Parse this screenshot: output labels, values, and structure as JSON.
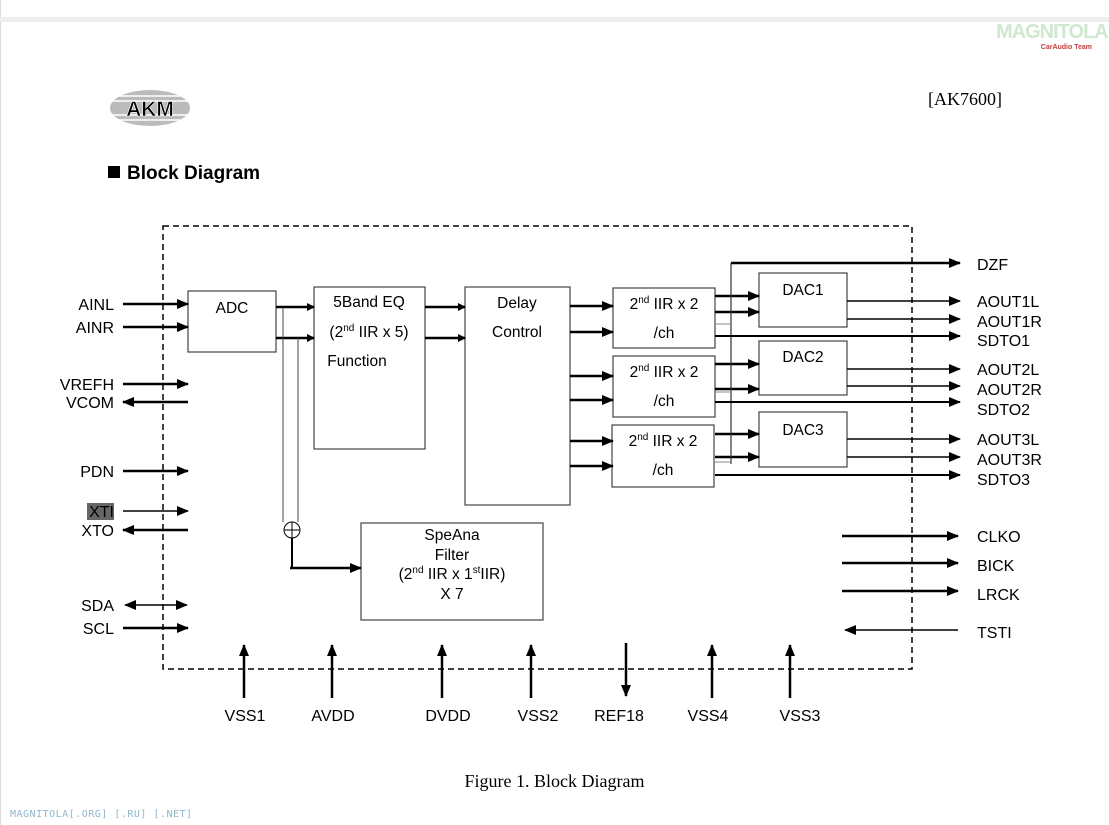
{
  "header": {
    "part_number": "[AK7600]",
    "logo_text": "AKM",
    "watermark_logo": "MAGNITOLA",
    "watermark_logo_sub": "CarAudio Team"
  },
  "section_title": "Block Diagram",
  "blocks": {
    "adc": "ADC",
    "eq": {
      "line1": "5Band EQ",
      "line2_pre": "(2",
      "line2_sup": "nd",
      "line2_post": " IIR x 5)",
      "line3": "Function"
    },
    "delay": {
      "line1": "Delay",
      "line2": "Control"
    },
    "iir": {
      "pre": "2",
      "sup": "nd",
      "post": " IIR x 2",
      "line2": "/ch"
    },
    "dac1": "DAC1",
    "dac2": "DAC2",
    "dac3": "DAC3",
    "speana": {
      "line1": "SpeAna",
      "line2": "Filter",
      "line3_a": "(2",
      "line3_sup1": "nd",
      "line3_b": " IIR x 1",
      "line3_sup2": "st",
      "line3_c": "IIR)",
      "line4": "X 7"
    }
  },
  "left_pins": [
    "AINL",
    "AINR",
    "VREFH",
    "VCOM",
    "PDN",
    "XTI",
    "XTO",
    "SDA",
    "SCL"
  ],
  "right_pins": [
    "DZF",
    "AOUT1L",
    "AOUT1R",
    "SDTO1",
    "AOUT2L",
    "AOUT2R",
    "SDTO2",
    "AOUT3L",
    "AOUT3R",
    "SDTO3",
    "CLKO",
    "BICK",
    "LRCK",
    "TSTI"
  ],
  "bottom_pins": [
    "VSS1",
    "AVDD",
    "DVDD",
    "VSS2",
    "REF18",
    "VSS4",
    "VSS3"
  ],
  "caption": "Figure 1. Block Diagram",
  "footer_watermark": "MAGNITOLA[.ORG] [.RU] [.NET]",
  "highlight_color": "#666666"
}
